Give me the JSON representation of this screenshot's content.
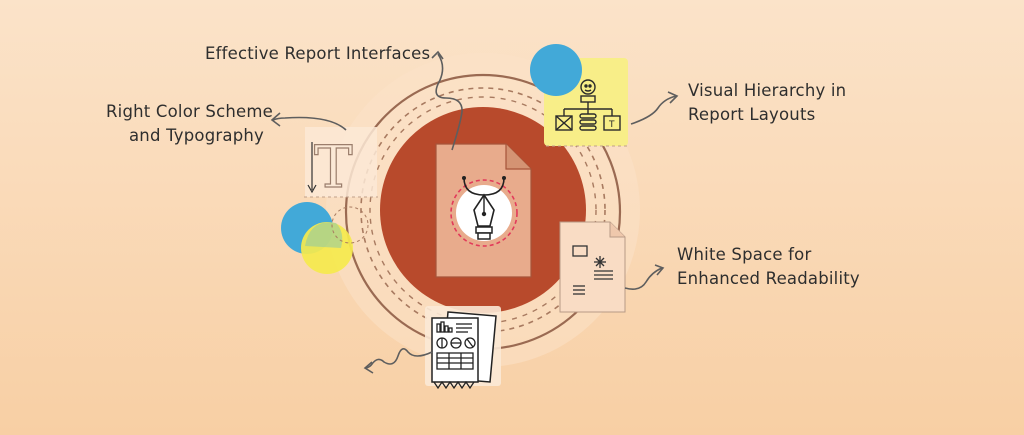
{
  "labels": {
    "effective_report_interfaces": "Effective Report Interfaces",
    "right_color_scheme_line1": "Right Color Scheme",
    "right_color_scheme_line2": "and Typography",
    "visual_hierarchy_line1": "Visual Hierarchy in",
    "visual_hierarchy_line2": "Report Layouts",
    "white_space_line1": "White Space for",
    "white_space_line2": "Enhanced Readability"
  },
  "glyphs": {
    "typography_letter": "T",
    "hierarchy_box_letter": "T"
  },
  "colors": {
    "background_top": "#fbe3c9",
    "background_bottom": "#f8cfa4",
    "central_circle": "#b84a2c",
    "document": "#e8ab8c",
    "accent_blue": "#42a9d8",
    "accent_yellow": "#f7ea5a",
    "ring_stroke": "#8a5a44"
  }
}
